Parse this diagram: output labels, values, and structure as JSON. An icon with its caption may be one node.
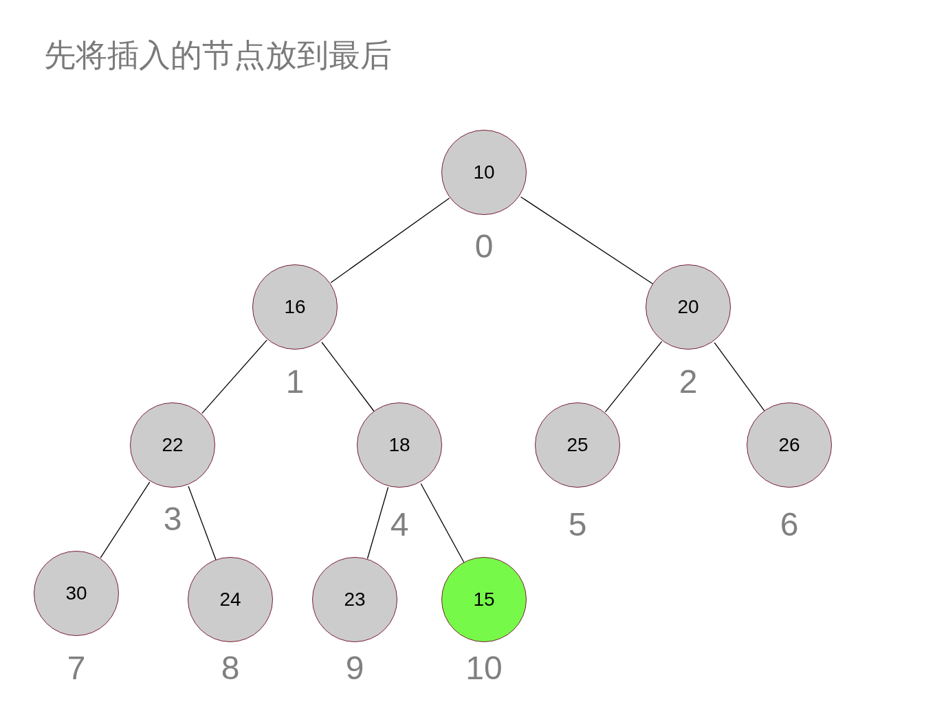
{
  "diagram": {
    "title": "先将插入的节点放到最后",
    "nodes": [
      {
        "text": [
          "10"
        ],
        "beside": [
          "0"
        ]
      },
      {
        "text": [
          "16"
        ],
        "beside": [
          "1"
        ]
      },
      {
        "text": [
          "20"
        ],
        "beside": [
          "2"
        ]
      },
      {
        "text": [
          "22"
        ],
        "beside": [
          "3"
        ]
      },
      {
        "text": [
          "18"
        ],
        "beside": [
          "4"
        ]
      },
      {
        "text": [
          "25"
        ],
        "beside": [
          "5"
        ]
      },
      {
        "text": [
          "26"
        ],
        "beside": [
          "6"
        ]
      },
      {
        "text": [
          "30"
        ],
        "beside": [
          "7"
        ]
      },
      {
        "text": [
          "24"
        ],
        "beside": [
          "8"
        ]
      },
      {
        "text": [
          "23"
        ],
        "beside": [
          "9"
        ]
      },
      {
        "text": [
          "15"
        ],
        "beside": [
          "10"
        ]
      }
    ],
    "edges": [
      {
        "from": 0,
        "to": 1,
        "arrow": "none"
      },
      {
        "from": 0,
        "to": 2,
        "arrow": "none"
      },
      {
        "from": 1,
        "to": 3,
        "arrow": "none"
      },
      {
        "from": 1,
        "to": 4,
        "arrow": "none"
      },
      {
        "from": 2,
        "to": 5,
        "arrow": "none"
      },
      {
        "from": 2,
        "to": 6,
        "arrow": "none"
      },
      {
        "from": 3,
        "to": 7,
        "arrow": "none"
      },
      {
        "from": 3,
        "to": 8,
        "arrow": "none"
      },
      {
        "from": 4,
        "to": 9,
        "arrow": "none"
      },
      {
        "from": 4,
        "to": 10,
        "arrow": "none"
      }
    ]
  }
}
